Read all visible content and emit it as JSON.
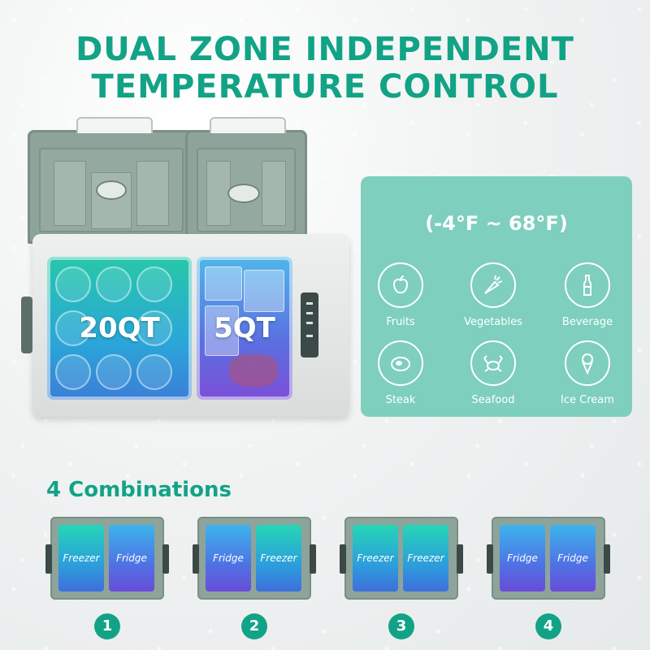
{
  "header": {
    "title_line1": "DUAL ZONE INDEPENDENT",
    "title_line2": "TEMPERATURE CONTROL"
  },
  "cooler": {
    "zone_big_label": "20QT",
    "zone_small_label": "5QT"
  },
  "info_panel": {
    "range": "(-4°F ~ 68°F)",
    "items": [
      {
        "label": "Fruits",
        "icon": "apple-icon"
      },
      {
        "label": "Vegetables",
        "icon": "carrot-icon"
      },
      {
        "label": "Beverage",
        "icon": "bottle-icon"
      },
      {
        "label": "Steak",
        "icon": "steak-icon"
      },
      {
        "label": "Seafood",
        "icon": "crab-icon"
      },
      {
        "label": "Ice Cream",
        "icon": "ice-cream-icon"
      }
    ]
  },
  "combinations": {
    "title": "4 Combinations",
    "options": [
      {
        "number": "1",
        "left": "Freezer",
        "right": "Fridge"
      },
      {
        "number": "2",
        "left": "Fridge",
        "right": "Freezer"
      },
      {
        "number": "3",
        "left": "Freezer",
        "right": "Freezer"
      },
      {
        "number": "4",
        "left": "Fridge",
        "right": "Fridge"
      }
    ]
  },
  "colors": {
    "brand_green": "#12a386",
    "panel_bg": "#7ecfbd",
    "freezer_gradient_top": "#25d6b6",
    "fridge_gradient_bottom": "#6a4cd8"
  }
}
